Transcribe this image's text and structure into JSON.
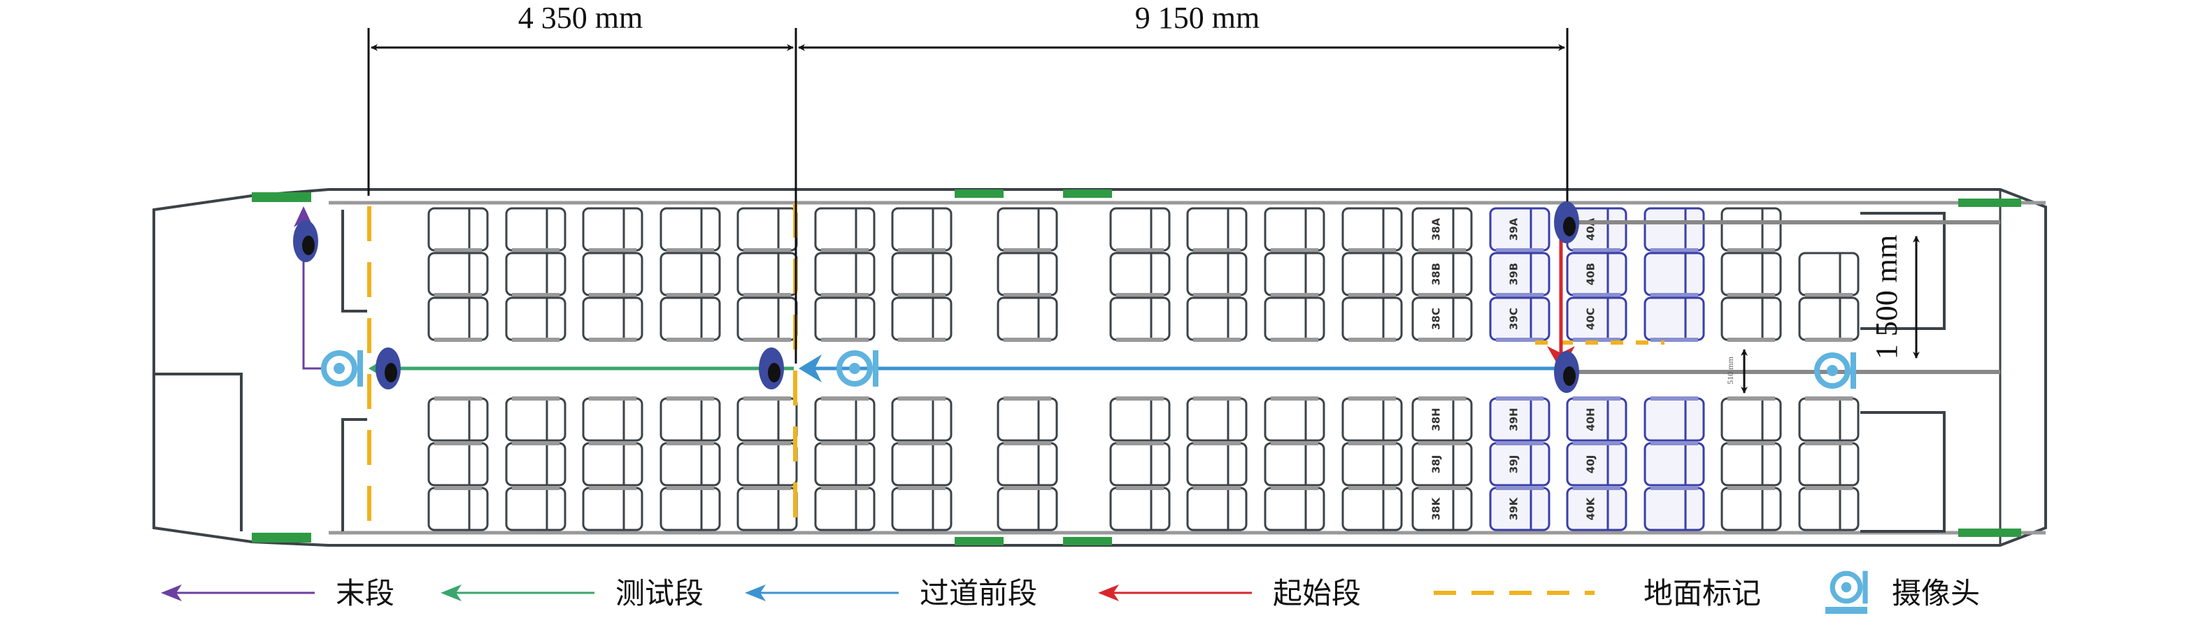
{
  "dimensions": {
    "d1": "4 350 mm",
    "d2": "9 150 mm",
    "d3": "1 500 mm",
    "aisle_small": "510 mm"
  },
  "seat_labels": {
    "row38": [
      "38A",
      "38B",
      "38C",
      "38H",
      "38J",
      "38K"
    ],
    "row39": [
      "39A",
      "39B",
      "39C",
      "39H",
      "39J",
      "39K"
    ],
    "row40": [
      "40A",
      "40B",
      "40C",
      "40H",
      "40J",
      "40K"
    ]
  },
  "legend": [
    {
      "label": "末段",
      "color": "#6b3fa0",
      "type": "arrow"
    },
    {
      "label": "测试段",
      "color": "#3aa66c",
      "type": "arrow"
    },
    {
      "label": "过道前段",
      "color": "#3b93d1",
      "type": "arrow"
    },
    {
      "label": "起始段",
      "color": "#d8262c",
      "type": "arrow"
    },
    {
      "label": "地面标记",
      "color": "#f0b21e",
      "type": "dashed"
    },
    {
      "label": "摄像头",
      "color": "#5fb3de",
      "type": "camera-icon"
    }
  ],
  "colors": {
    "seat": "#3c4348",
    "seat_highlight": "#3a3fa8",
    "door": "#2f9a44",
    "robot": "#3c4aa0"
  }
}
